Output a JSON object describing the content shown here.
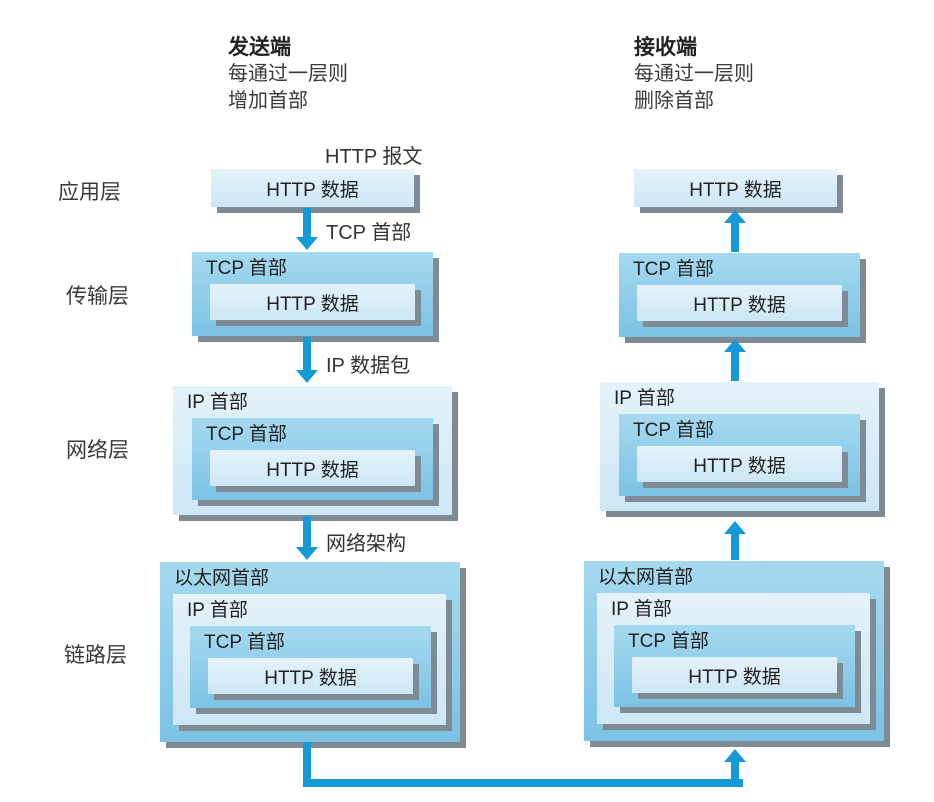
{
  "header": {
    "sender": {
      "title": "发送端",
      "subtitle1": "每通过一层则",
      "subtitle2": "增加首部"
    },
    "receiver": {
      "title": "接收端",
      "subtitle1": "每通过一层则",
      "subtitle2": "删除首部"
    }
  },
  "layer_labels": {
    "application": "应用层",
    "transport": "传输层",
    "network": "网络层",
    "link": "链路层"
  },
  "arrow_labels": {
    "http_message": "HTTP 报文",
    "tcp_header": "TCP 首部",
    "ip_packet": "IP 数据包",
    "network_arch": "网络架构"
  },
  "box_labels": {
    "http_data": "HTTP 数据",
    "tcp_header": "TCP 首部",
    "ip_header": "IP 首部",
    "ethernet_header": "以太网首部"
  },
  "colors": {
    "arrow": "#149ad6",
    "shadow": "#7e8b94",
    "text": "#2e2e2e",
    "box_light_top": "#e4f2fa",
    "box_light_bottom": "#cde7f5",
    "box_medium_top": "#a6d9ef",
    "box_medium_bottom": "#7bc2e4"
  }
}
